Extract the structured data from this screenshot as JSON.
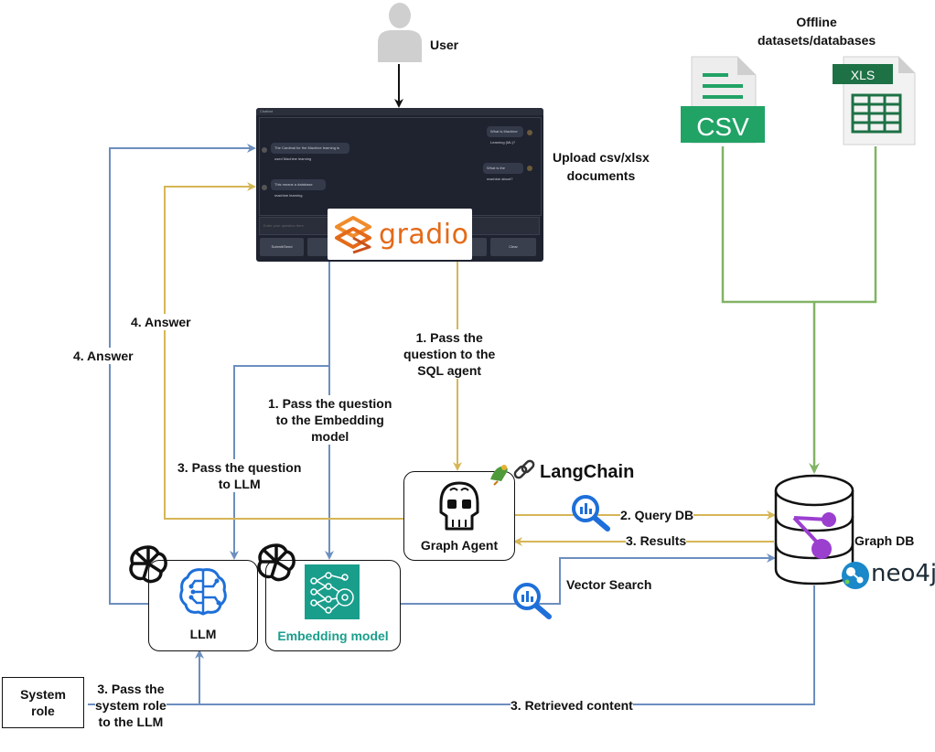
{
  "nodes": {
    "user": "User",
    "upload": "Upload csv/xlsx\ndocuments",
    "offline": "Offline\ndatasets/databases",
    "csv_icon": "CSV",
    "xls_icon": "XLS",
    "gradio": "gradio",
    "graph_agent": "Graph Agent",
    "langchain": "LangChain",
    "llm": "LLM",
    "embedding": "Embedding model",
    "graph_db": "Graph DB",
    "neo4j": "neo4j",
    "system_role": "System\nrole"
  },
  "edges": {
    "pass_sql": "1. Pass the\nquestion to the\nSQL agent",
    "pass_embedding": "1. Pass the question\nto the Embedding\nmodel",
    "pass_llm": "3. Pass the question\nto LLM",
    "answer_inner": "4. Answer",
    "answer_outer": "4. Answer",
    "query_db": "2. Query DB",
    "results": "3. Results",
    "vector_search": "Vector Search",
    "pass_system_role": "3. Pass the\nsystem role\nto the LLM",
    "retrieved": "3. Retrieved content"
  },
  "chat_ui": {
    "header": "Chatbot",
    "msg_user_1": "What is Machine Learning (ML)?",
    "msg_bot_1": "The Cardinal for the Machine learning is used Machine learning",
    "msg_user_2": "What is the machine about?",
    "msg_bot_2": "This means a database machine learning",
    "input_placeholder": "Enter your question here",
    "submit": "Submit/Send",
    "clear": "Clear"
  },
  "colors": {
    "blue_edge": "#6c8ebf",
    "gold_edge": "#d6b656",
    "green_edge": "#82b366",
    "gradio_orange": "#e46a19",
    "csv_green": "#21a366",
    "xls_green": "#1e7145",
    "db_purple": "#9b3fcf",
    "embed_teal": "#1a9e8c",
    "llm_blue": "#1e6fd9"
  },
  "icons": {
    "user": "user-silhouette-icon",
    "csv": "csv-file-icon",
    "xls": "xls-file-icon",
    "agent": "robot-head-icon",
    "openai": "openai-logo-icon",
    "llm": "brain-chip-icon",
    "embedding": "neural-network-icon",
    "database": "graph-database-icon",
    "search": "vector-search-icon"
  }
}
